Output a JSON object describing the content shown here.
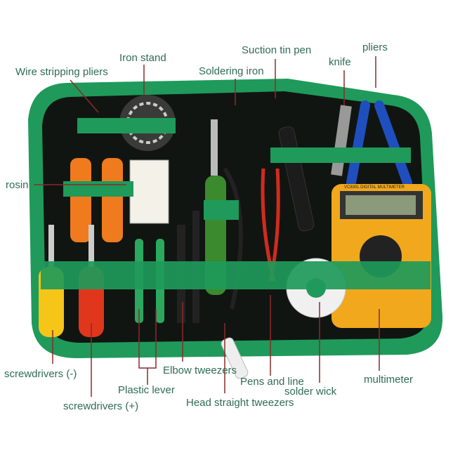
{
  "labels": {
    "iron_stand": "Iron stand",
    "suction_tin_pen": "Suction tin pen",
    "pliers": "pliers",
    "wire_stripping_pliers": "Wire stripping pliers",
    "soldering_iron": "Soldering iron",
    "knife": "knife",
    "rosin": "rosin",
    "screwdrivers_flat": "screwdrivers  (-)",
    "elbow_tweezers": "Elbow tweezers",
    "pens_and_line": "Pens and line",
    "solder_wick": "solder wick",
    "multimeter": "multimeter",
    "plastic_lever": "Plastic lever",
    "screwdrivers_phillips": "screwdrivers  (+)",
    "head_straight_tweezers": "Head straight tweezers"
  },
  "multimeter_model": "VC830L DIGITAL MULTIMETER",
  "colors": {
    "case_green": "#1f9a5a",
    "case_inner": "#111511",
    "label_text": "#2f6b55",
    "leader_line": "#8b2a2a",
    "multimeter_yellow": "#f2a81c"
  }
}
